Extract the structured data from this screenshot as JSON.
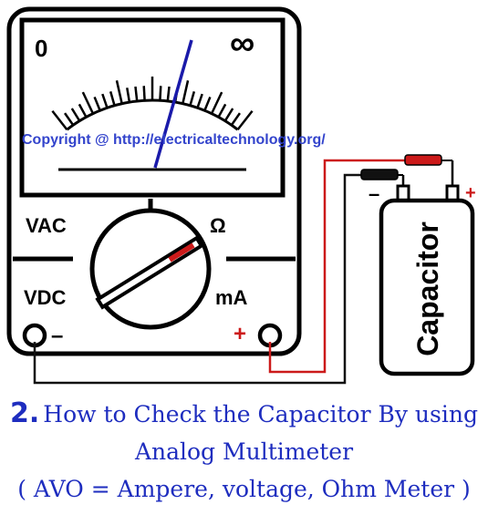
{
  "meter": {
    "scale_left": "0",
    "scale_right": "∞",
    "label_vac": "VAC",
    "label_ohm": "Ω",
    "label_vdc": "VDC",
    "label_ma": "mA",
    "terminal_negative": "–",
    "terminal_positive": "+"
  },
  "watermark": "Copyright @ http://electricaltechnology.org/",
  "capacitor": {
    "label": "Capacitor",
    "lead_negative": "–",
    "lead_positive": "+"
  },
  "caption": {
    "number": "2.",
    "line1": "How to Check the Capacitor By using",
    "line2": "Analog Multimeter",
    "line3": "( AVO = Ampere, voltage, Ohm Meter )"
  },
  "colors": {
    "needle": "#1a1aaa",
    "caption": "#1e2dbf",
    "watermark": "#3344cc",
    "wire_positive": "#cc1a1a",
    "wire_negative": "#111111"
  }
}
